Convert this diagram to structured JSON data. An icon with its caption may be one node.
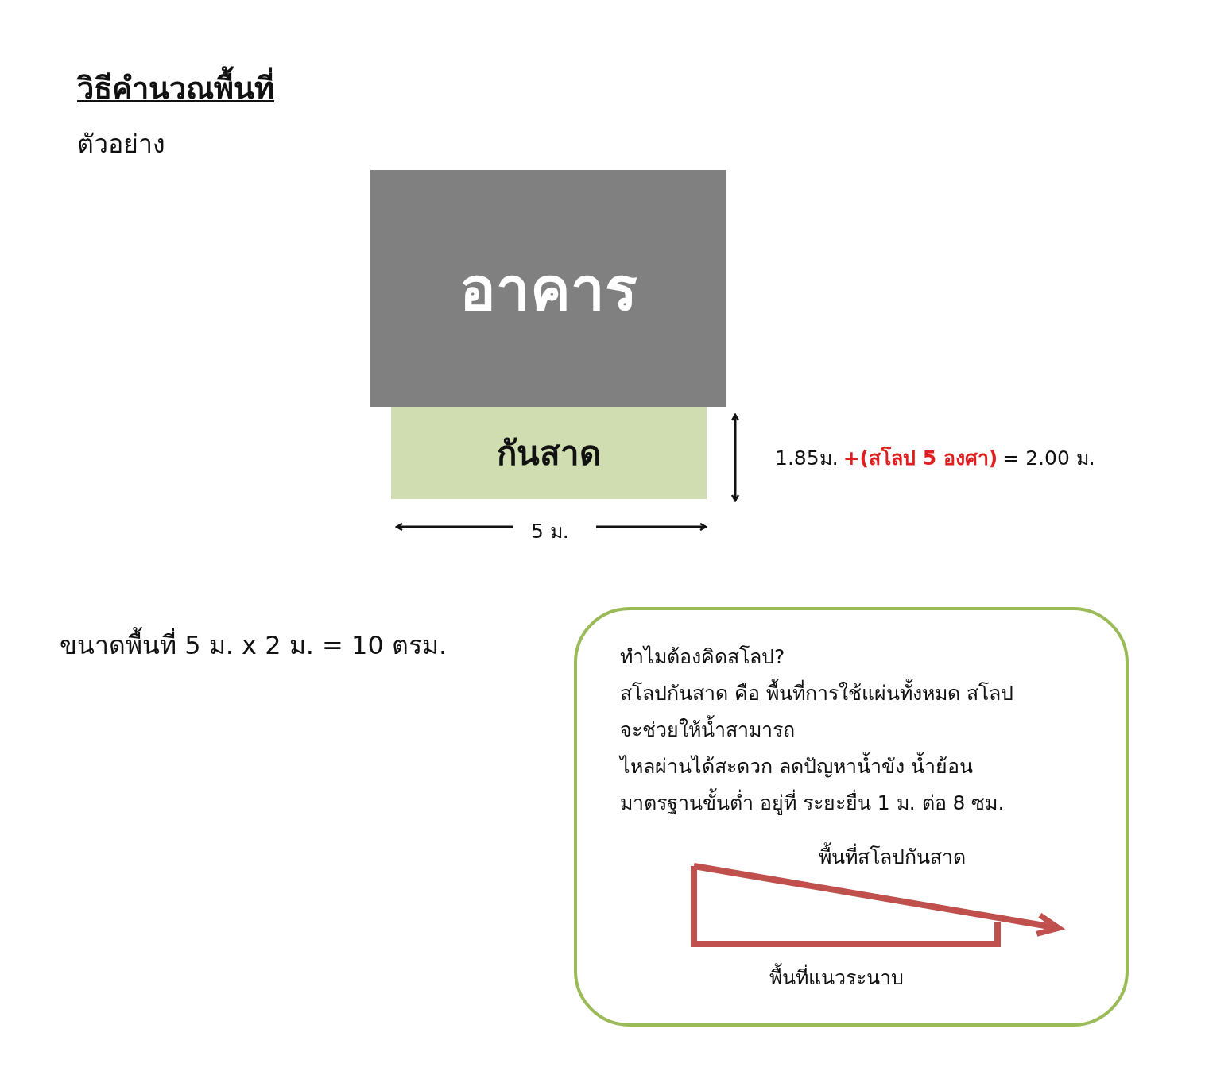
{
  "diagram": {
    "title": "วิธีคำนวณพื้นที่",
    "nodes": [
      {
        "text": [
          "อาคาร"
        ]
      },
      {
        "text": [
          "กันสาด"
        ]
      },
      {
        "text": [
          "ทำไมต้องคิดสโลป?",
          "สโลปกันสาด คือ พื้นที่การใช้แผ่นทั้งหมด สโลป",
          "จะช่วยให้น้ำสามารถ",
          "ไหลผ่านได้สะดวก ลดปัญหาน้ำขัง น้ำย้อน",
          "มาตรฐานขั้นต่ำ อยู่ที่ ระยะยื่น 1 ม. ต่อ 8 ซม."
        ]
      }
    ],
    "labels": [
      "ตัวอย่าง",
      "1.85ม.",
      "+(สโลป 5 องศา)",
      "= 2.00 ม.",
      "5 ม.",
      "ขนาดพื้นที่ 5 ม. x 2 ม. = 10 ตรม.",
      "พื้นที่สโลปกันสาด",
      "พื้นที่แนวระนาบ"
    ]
  }
}
